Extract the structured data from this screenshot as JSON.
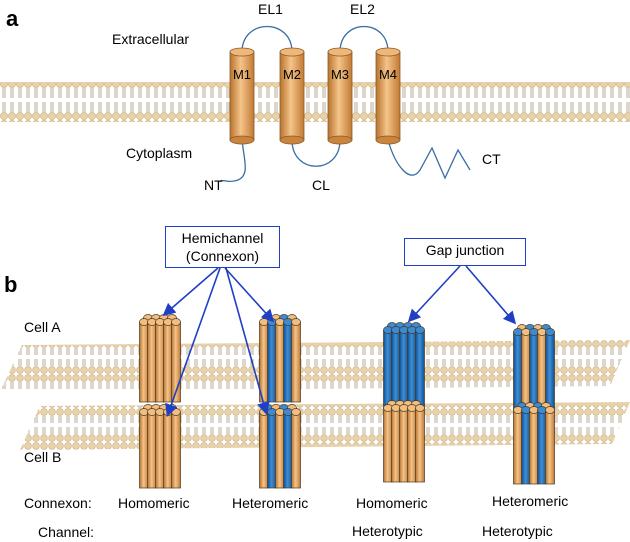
{
  "panel_a": {
    "label": "a",
    "extracellular": "Extracellular",
    "cytoplasm": "Cytoplasm",
    "helices": [
      "M1",
      "M2",
      "M3",
      "M4"
    ],
    "loops": {
      "el1": "EL1",
      "el2": "EL2",
      "nt": "NT",
      "cl": "CL",
      "ct": "CT"
    }
  },
  "panel_b": {
    "label": "b",
    "hemichannel_line1": "Hemichannel",
    "hemichannel_line2": "(Connexon)",
    "gap_junction": "Gap junction",
    "cell_a": "Cell A",
    "cell_b": "Cell B",
    "connexon_label": "Connexon:",
    "channel_label": "Channel:",
    "connexon_types": [
      "Homomeric",
      "Heteromeric",
      "Homomeric",
      "Heteromeric"
    ],
    "channel_types": [
      "Heterotypic",
      "Heterotypic"
    ]
  },
  "colors": {
    "orange": "#e3a15e",
    "blue": "#1c6fbf",
    "arrow": "#1f3fc4",
    "lipid": "#e8d2a8"
  }
}
